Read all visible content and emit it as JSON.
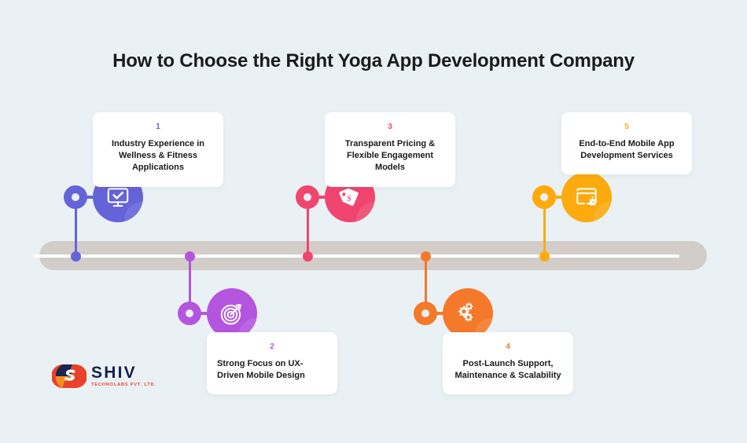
{
  "page": {
    "title": "How to Choose the Right Yoga App Development Company",
    "background_color": "#eaf1f4",
    "bar_color": "#d2cdc8",
    "bar_line_color": "#ffffff"
  },
  "timeline": {
    "items": [
      {
        "number": "1",
        "text": "Industry Experience in Wellness & Fitness Applications",
        "color": "#6563d8",
        "icon": "monitor-check-icon",
        "position": "above",
        "align": "center"
      },
      {
        "number": "2",
        "text": "Strong Focus on UX-Driven Mobile Design",
        "color": "#b455e0",
        "icon": "target-arrow-icon",
        "position": "below",
        "align": "left"
      },
      {
        "number": "3",
        "text": "Transparent Pricing & Flexible Engagement Models",
        "color": "#f0456f",
        "icon": "price-tag-dollar-icon",
        "position": "above",
        "align": "center"
      },
      {
        "number": "4",
        "text": "Post-Launch Support, Maintenance & Scalability",
        "color": "#f4792a",
        "icon": "gears-icon",
        "position": "below",
        "align": "center"
      },
      {
        "number": "5",
        "text": "End-to-End Mobile App Development Services",
        "color": "#fcaa0d",
        "icon": "browser-plugin-icon",
        "position": "above",
        "align": "center"
      }
    ]
  },
  "logo": {
    "name": "SHIV",
    "tagline": "TECHNOLABS PVT. LTD.",
    "name_color": "#18204a",
    "tagline_color": "#e8422a"
  }
}
